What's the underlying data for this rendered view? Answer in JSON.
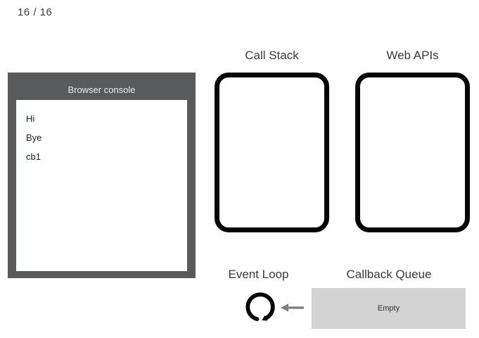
{
  "slide": {
    "counter": "16 / 16"
  },
  "browser_console": {
    "title": "Browser console",
    "lines": [
      "Hi",
      "Bye",
      "cb1"
    ]
  },
  "call_stack": {
    "label": "Call Stack"
  },
  "web_apis": {
    "label": "Web APIs"
  },
  "event_loop": {
    "label": "Event Loop"
  },
  "callback_queue": {
    "label": "Callback Queue",
    "status": "Empty"
  },
  "icons": {
    "event_loop": "circular-loop-arrow-icon",
    "queue_to_loop": "left-arrow-icon"
  },
  "colors": {
    "console_panel": "#595a5c",
    "console_title_text": "#ececec",
    "console_text": "#222222",
    "box_border": "#060606",
    "queue_fill": "#d3d3d3",
    "arrow_gray": "#7d7d7d",
    "label_text": "#3a3a3a",
    "background": "#ffffff"
  }
}
